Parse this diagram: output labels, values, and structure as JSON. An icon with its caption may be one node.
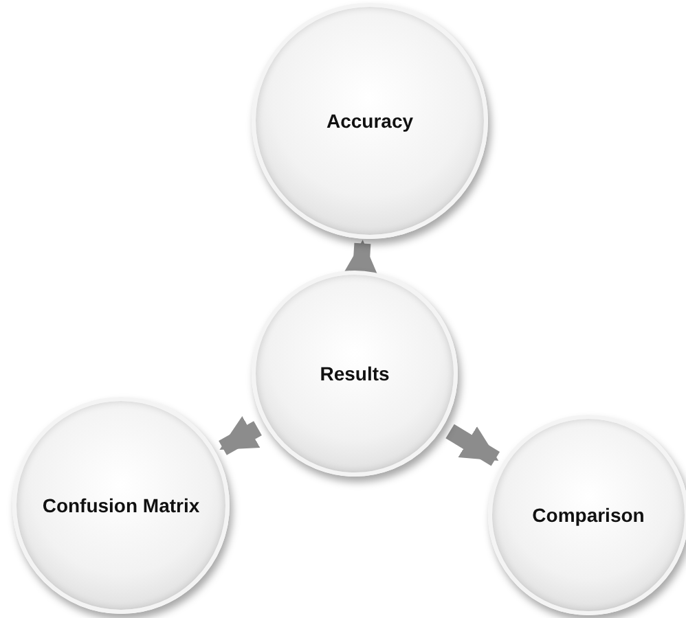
{
  "diagram": {
    "nodes": [
      {
        "text": [
          "Accuracy"
        ]
      },
      {
        "text": [
          "Results"
        ]
      },
      {
        "text": [
          "Confusion Matrix"
        ]
      },
      {
        "text": [
          "Comparison"
        ]
      }
    ],
    "edges": [
      {
        "from": 1,
        "to": 0,
        "arrow": "to"
      },
      {
        "from": 1,
        "to": 2,
        "arrow": "to"
      },
      {
        "from": 1,
        "to": 3,
        "arrow": "to"
      }
    ]
  }
}
